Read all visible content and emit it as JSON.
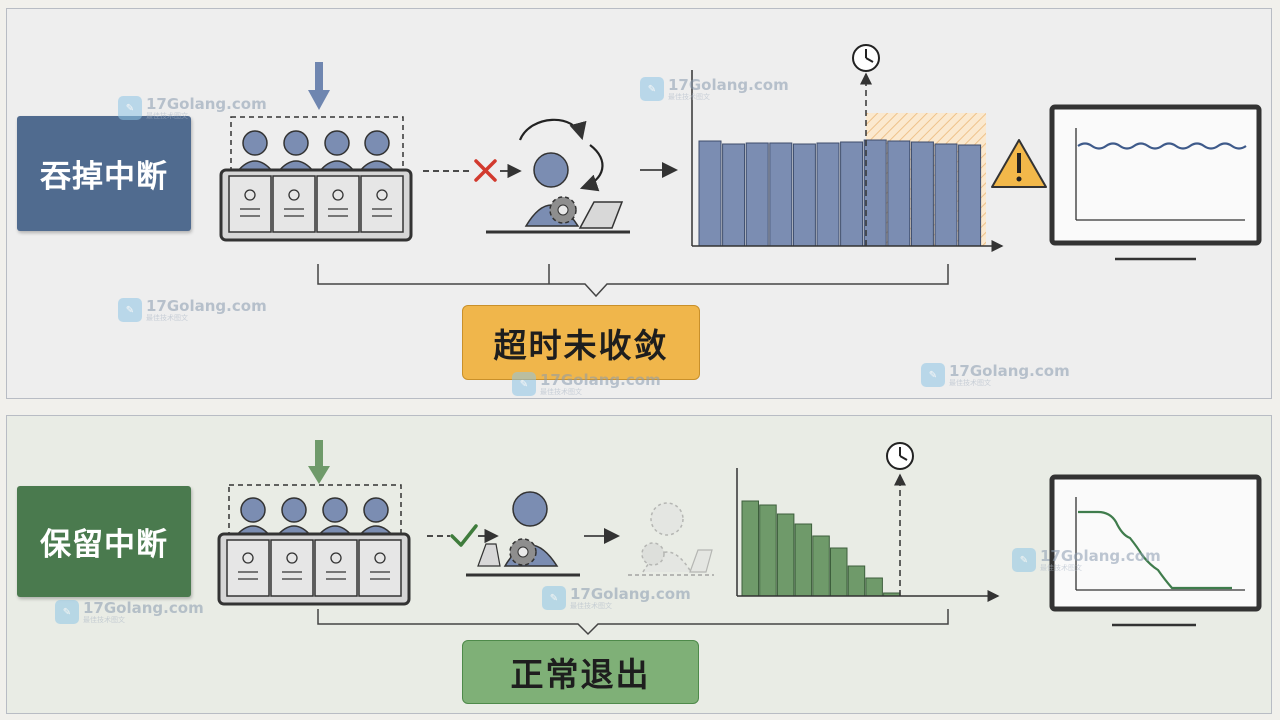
{
  "top_panel": {
    "label": "吞掉中断",
    "status": "超时未收敛",
    "label_color": "#506b8f",
    "status_color": "#f0b64b"
  },
  "bottom_panel": {
    "label": "保留中断",
    "status": "正常退出",
    "label_color": "#4a7a4e",
    "status_color": "#7fb077"
  },
  "watermarks": [
    {
      "text": "17Golang.com",
      "sub": "最佳技术图文"
    },
    {
      "text": "17Golang.com",
      "sub": "最佳技术图文"
    },
    {
      "text": "17Golang.com",
      "sub": "最佳技术图文"
    },
    {
      "text": "17Golang.com",
      "sub": "最佳技术图文"
    },
    {
      "text": "17Golang.com",
      "sub": "最佳技术图文"
    },
    {
      "text": "17Golang.com",
      "sub": "最佳技术图文"
    },
    {
      "text": "17Golang.com",
      "sub": "最佳技术图文"
    },
    {
      "text": "17Golang.com",
      "sub": "最佳技术图文"
    }
  ],
  "icons": [
    "down-arrow-icon",
    "queue-icon",
    "cross-icon",
    "check-icon",
    "worker-icon",
    "gear-icon",
    "laptop-icon",
    "clock-icon",
    "warning-icon",
    "monitor-icon"
  ],
  "chart_data": [
    {
      "type": "bar",
      "values": [
        105,
        102,
        103,
        103,
        102,
        103,
        104,
        106,
        105,
        104,
        102,
        101
      ],
      "ylim": [
        0,
        140
      ],
      "bar_color": "#7b8db2",
      "overflow_region": true
    },
    {
      "type": "bar",
      "values": [
        95,
        91,
        82,
        72,
        60,
        48,
        30,
        18,
        3
      ],
      "ylim": [
        0,
        140
      ],
      "bar_color": "#6f9a6a"
    }
  ]
}
